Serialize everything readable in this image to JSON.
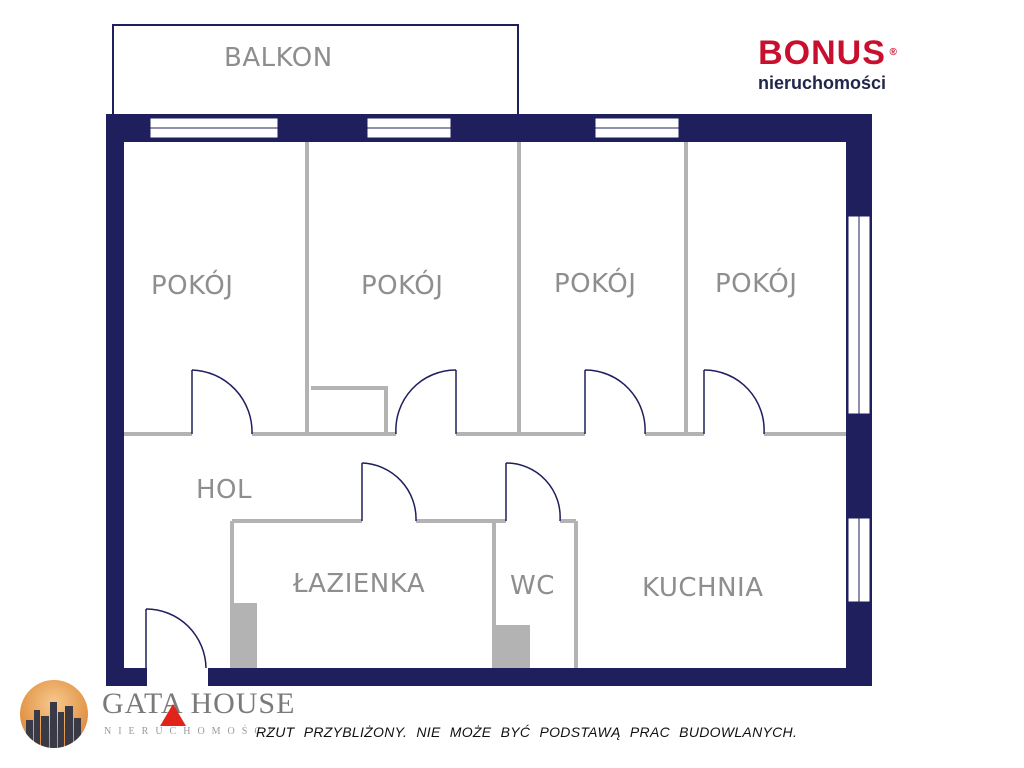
{
  "rooms": {
    "balkon": "BALKON",
    "pokoj_1": "POKÓJ",
    "pokoj_2": "POKÓJ",
    "pokoj_3": "POKÓJ",
    "pokoj_4": "POKÓJ",
    "hol": "HOL",
    "lazienka": "ŁAZIENKA",
    "wc": "WC",
    "kuchnia": "KUCHNIA"
  },
  "branding": {
    "bonus_title": "BONUS",
    "bonus_registered": "®",
    "bonus_subtitle": "nieruchomości",
    "gata_name": "GATA HOUSE",
    "gata_subtitle": "NIERUCHOMOŚCI"
  },
  "disclaimer": "RZUT PRZYBLIŻONY. NIE MOŻE BYĆ PODSTAWĄ PRAC BUDOWLANYCH.",
  "colors": {
    "outer_wall": "#1f1f5e",
    "inner_wall": "#b3b3b3",
    "label": "#8e8e8e",
    "bonus_red": "#c8102e",
    "bonus_navy": "#22264b",
    "gata_red": "#e2231a"
  }
}
